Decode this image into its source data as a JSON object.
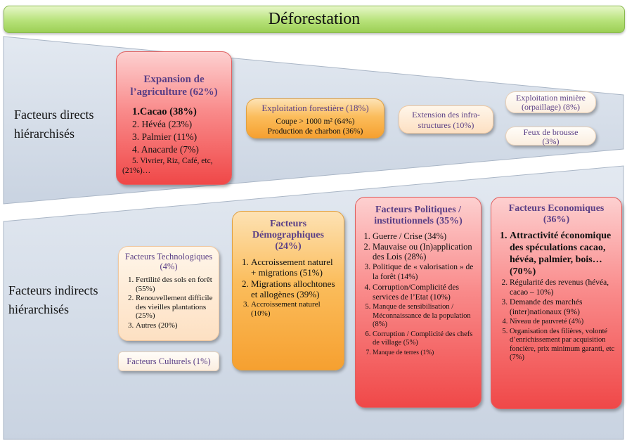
{
  "title": "Déforestation",
  "direct_label": "Facteurs directs hiérarchisés",
  "indirect_label": "Facteurs indirects hiérarchisés",
  "direct": {
    "agri": {
      "title": "Expansion de l’agriculture (62%)",
      "items": [
        "1.Cacao (38%)",
        "2. Hévéa (23%)",
        "3. Palmier (11%)",
        "4. Anacarde (7%)",
        "5.  Vivrier, Riz, Café, etc, (21%)…"
      ]
    },
    "forest": {
      "title": "Exploitation forestière (18%)",
      "items": [
        "Coupe > 1000 m² (64%)",
        "Production de charbon (36%)"
      ]
    },
    "infra": "Extension des infra-structures (10%)",
    "mine": "Exploitation minière (orpaillage) (8%)",
    "fire": "Feux de brousse (3%)"
  },
  "indirect": {
    "tech": {
      "title": "Facteurs Technologiques (4%)",
      "items": [
        "Fertilité des sols en forêt (55%)",
        "Renouvellement difficile des vieilles plantations (25%)",
        "Autres (20%)"
      ]
    },
    "cult": "Facteurs Culturels (1%)",
    "demo": {
      "title": "Facteurs Démographiques (24%)",
      "items": [
        "Accroissement naturel + migrations (51%)",
        "Migrations allochtones et allogènes (39%)",
        "Accroissement naturel (10%)"
      ]
    },
    "pol": {
      "title": "Facteurs Politiques / institutionnels (35%)",
      "items": [
        "Guerre / Crise (34%)",
        "Mauvaise ou (In)application des Lois (28%)",
        "Politique de « valorisation » de la forêt (14%)",
        "Corruption/Complicité des services de l’Etat (10%)",
        "Manque de sensibilisation / Méconnaissance de la population (8%)",
        "Corruption / Complicité des chefs de village (5%)",
        "Manque de terres (1%)"
      ]
    },
    "eco": {
      "title": "Facteurs Economiques (36%)",
      "items": [
        "Attractivité économique des spéculations cacao, hévéa, palmier, bois… (70%)",
        "Régularité des revenus (hévéa, cacao – 10%)",
        "Demande des marchés (inter)nationaux (9%)",
        "Niveau de pauvreté (4%)",
        "Organisation des filières, volonté d’enrichissement par acquisition foncière, prix minimum garanti, etc (7%)"
      ]
    }
  },
  "colors": {
    "band": "#d3dce8",
    "title": "#b7e27a",
    "red": "#f98a8a",
    "orange": "#fbbd5c"
  }
}
